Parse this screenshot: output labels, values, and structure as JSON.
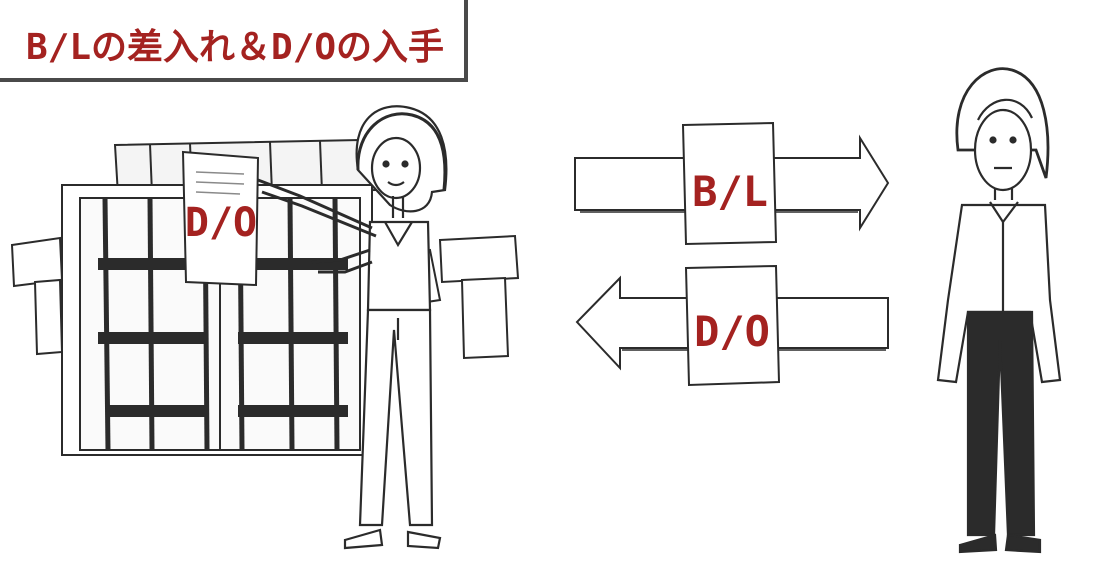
{
  "title": "B/Lの差入れ＆D/Oの入手",
  "container_document": "D/O",
  "arrow_right": {
    "label": "B/L"
  },
  "arrow_left": {
    "label": "D/O"
  },
  "colors": {
    "accent": "#a42220",
    "ink": "#2b2b2b",
    "frame": "#4a4a4a"
  }
}
